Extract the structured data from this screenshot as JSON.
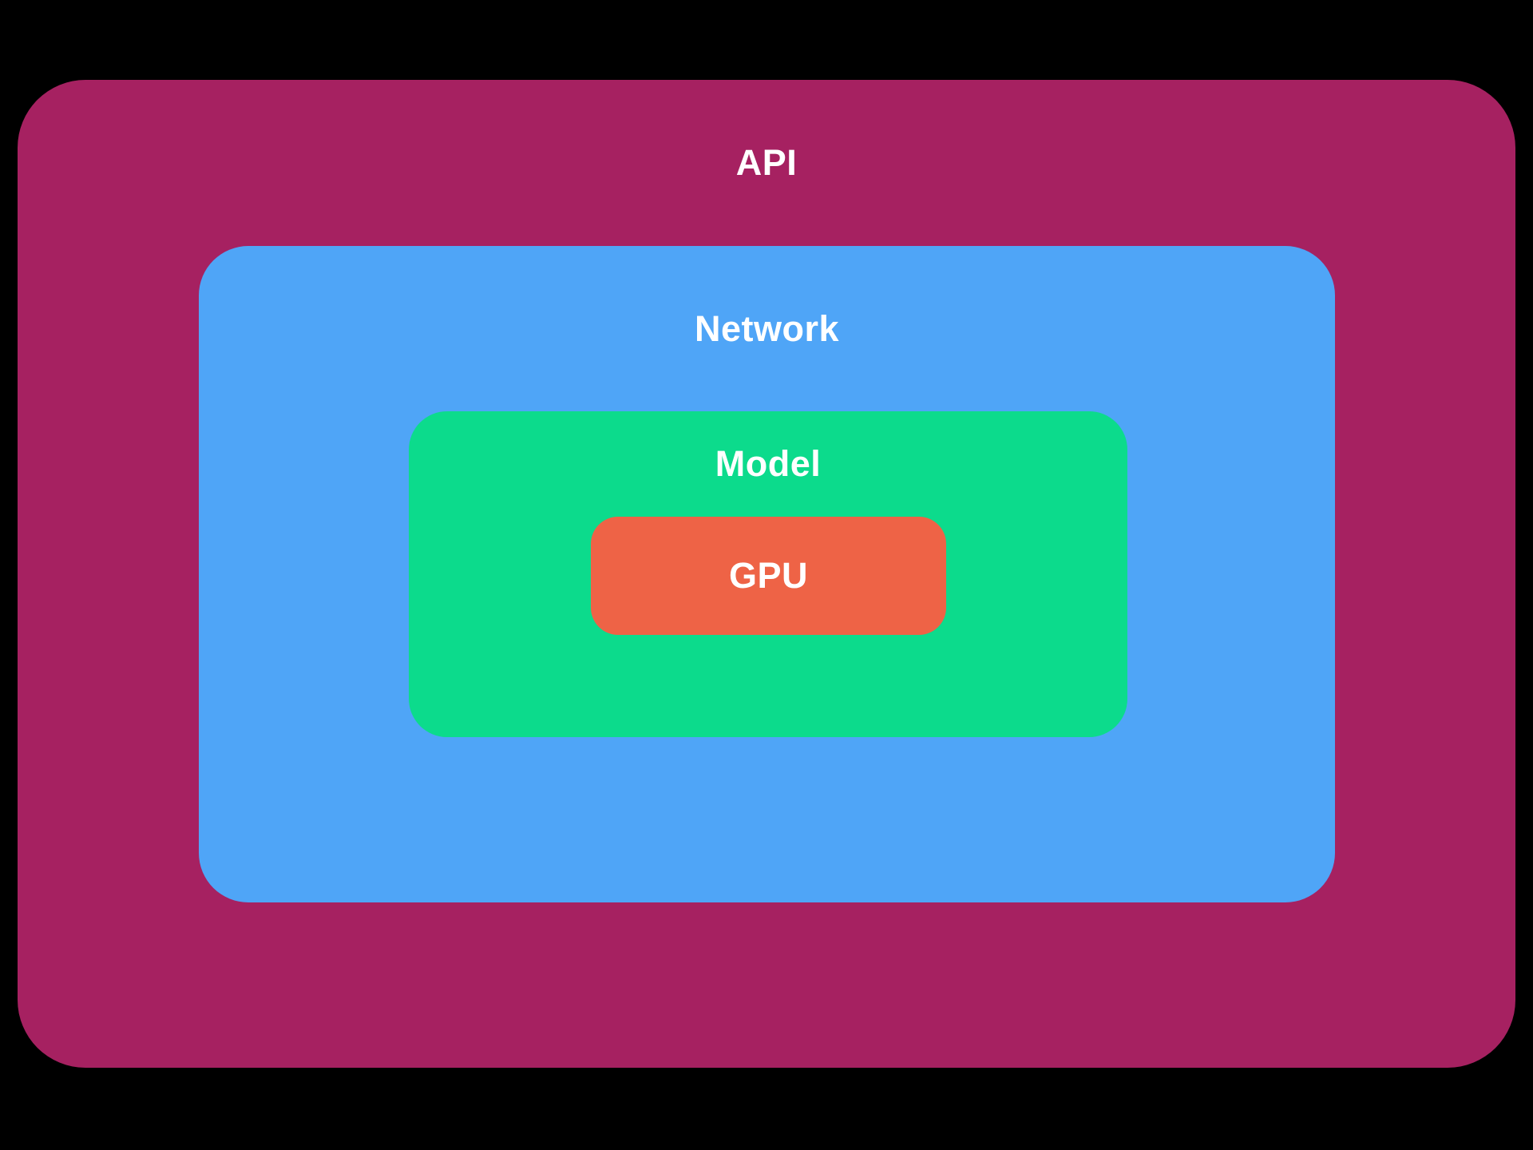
{
  "diagram": {
    "background_color": "#000000",
    "label_text_color": "#FFFFFF",
    "layers": {
      "api": {
        "label": "API",
        "color": "#A62161"
      },
      "network": {
        "label": "Network",
        "color": "#4FA5F7"
      },
      "model": {
        "label": "Model",
        "color": "#0CDB8C"
      },
      "gpu": {
        "label": "GPU",
        "color": "#EE6346"
      }
    }
  }
}
